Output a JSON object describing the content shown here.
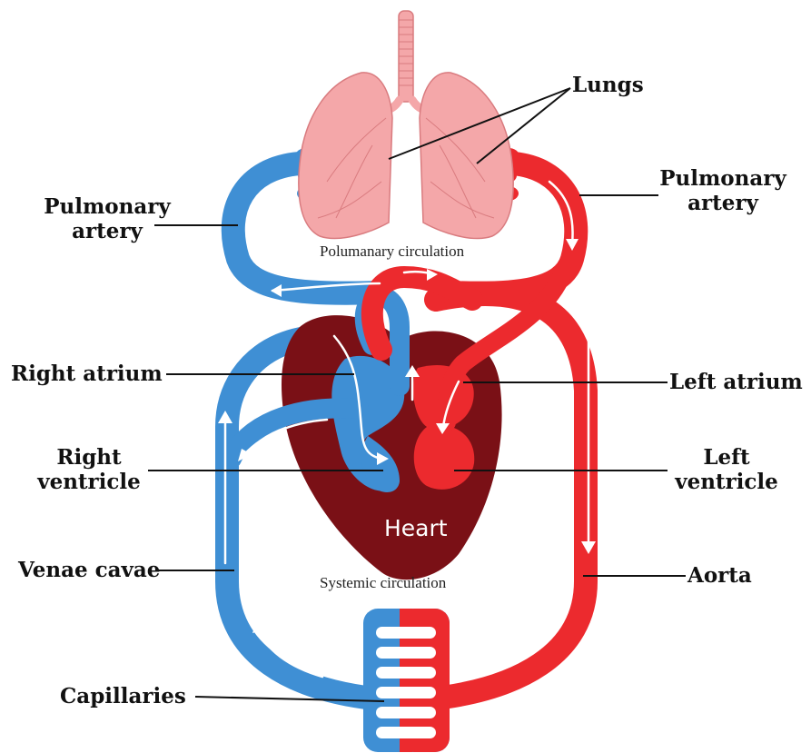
{
  "colors": {
    "venous": "#3f8fd4",
    "arterial": "#ec2a2e",
    "heart_dark": "#7a1016",
    "lungs": "#f4a7a9",
    "lungs_outline": "#d97b7f",
    "flow_arrow": "#ffffff",
    "leader_line": "#111111"
  },
  "labels": {
    "lungs": "Lungs",
    "pulmonary_artery_left_line1": "Pulmonary",
    "pulmonary_artery_left_line2": "artery",
    "pulmonary_artery_right_line1": "Pulmonary",
    "pulmonary_artery_right_line2": "artery",
    "right_atrium": "Right atrium",
    "left_atrium": "Left atrium",
    "right_ventricle_line1": "Right",
    "right_ventricle_line2": "ventricle",
    "left_ventricle_line1": "Left",
    "left_ventricle_line2": "ventricle",
    "venae_cavae": "Venae cavae",
    "aorta": "Aorta",
    "capillaries": "Capillaries"
  },
  "captions": {
    "pulmonary_circulation": "Polumanary circulation",
    "systemic_circulation": "Systemic circulation",
    "heart": "Heart"
  }
}
